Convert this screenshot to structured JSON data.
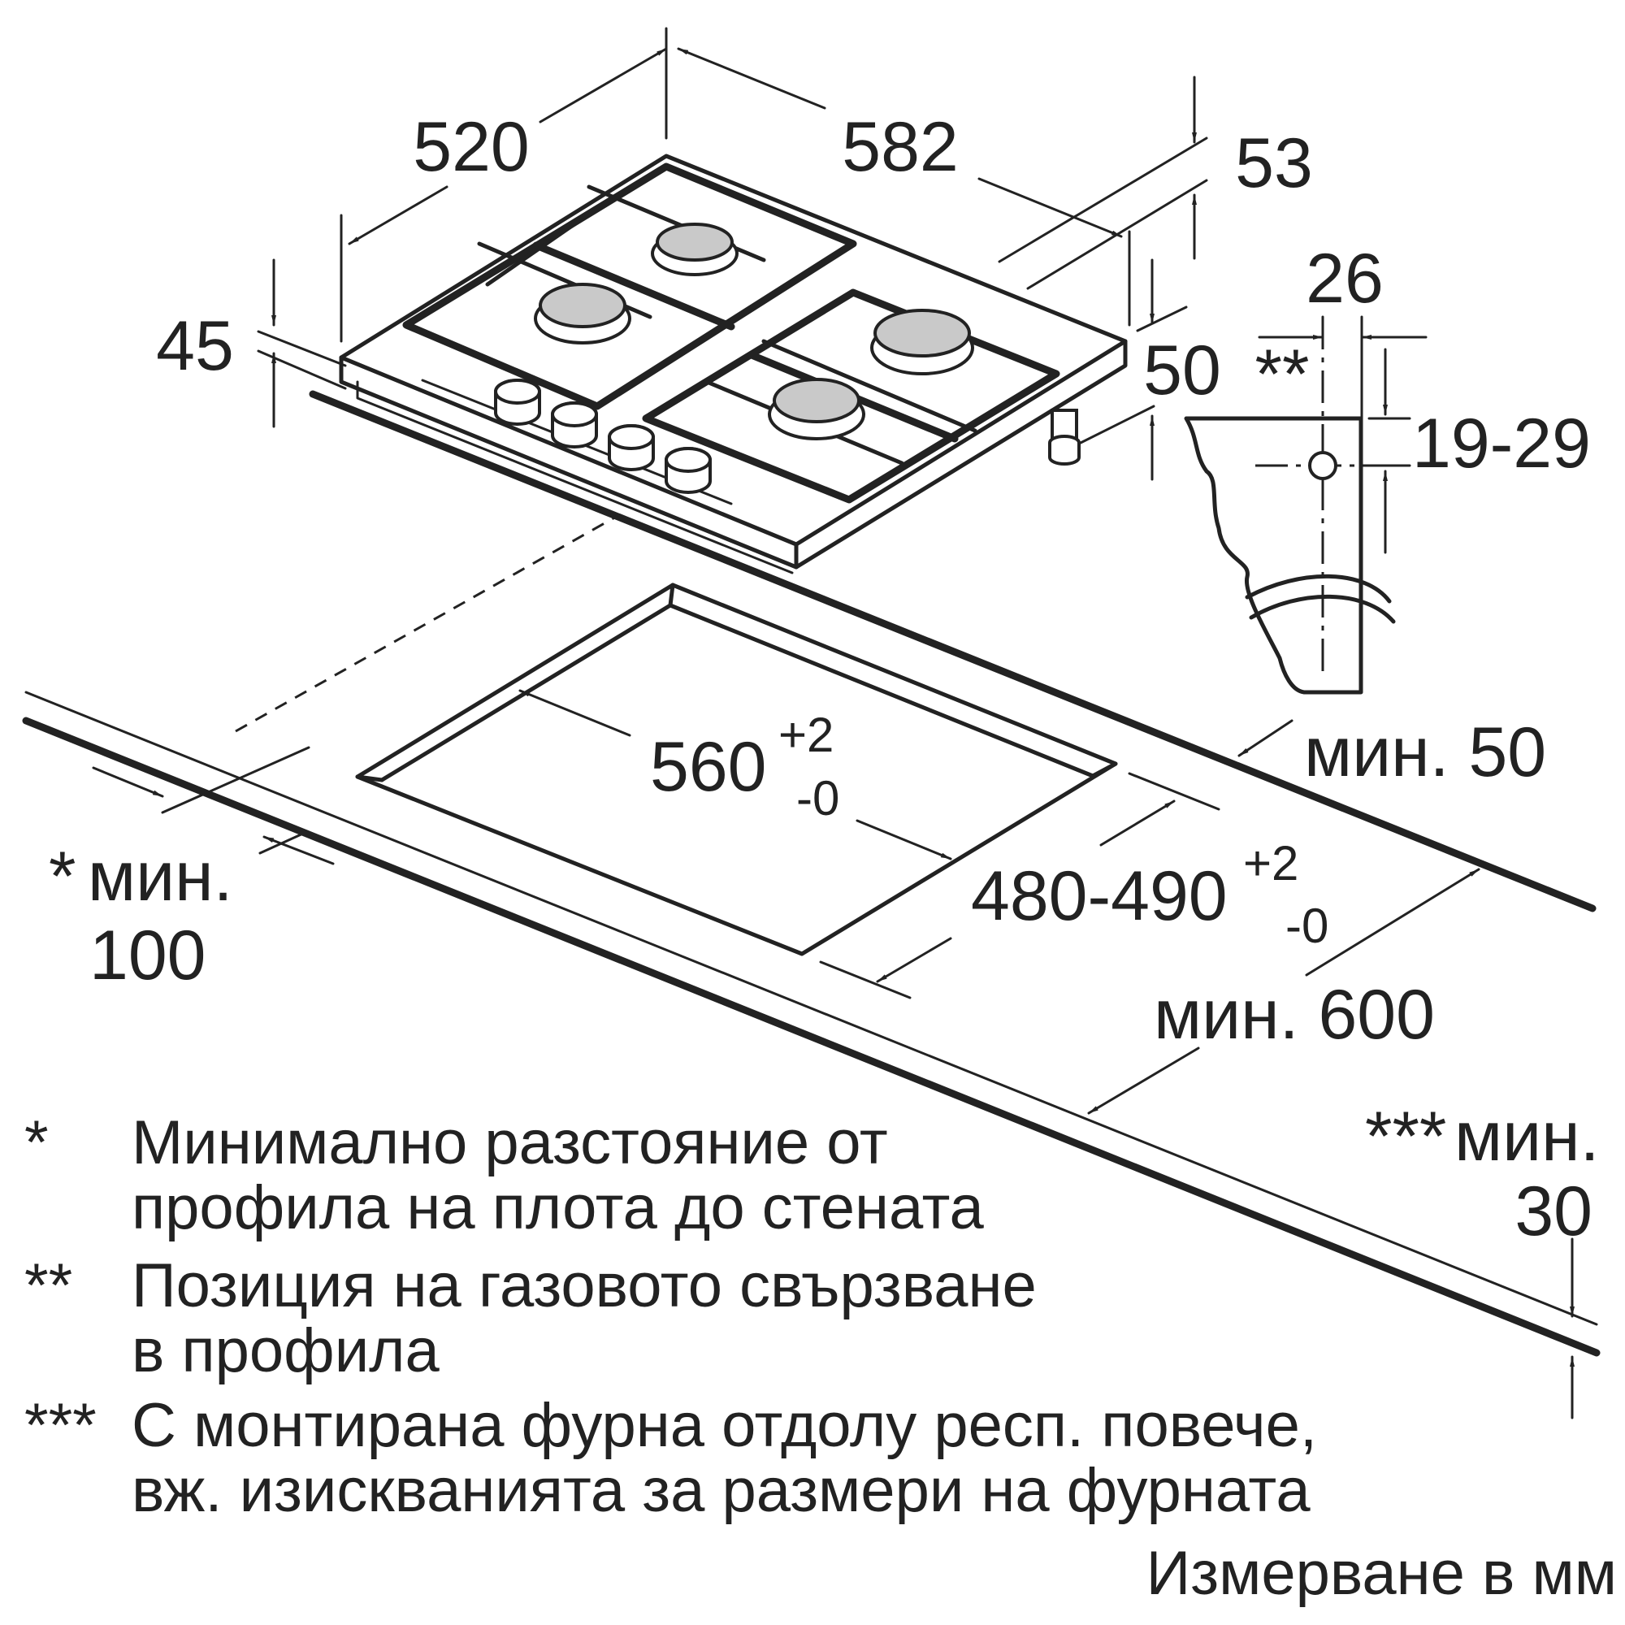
{
  "hob": {
    "width": "582",
    "depth": "520",
    "height_front": "45",
    "height_rear": "53",
    "connector_height": "50"
  },
  "gas_connection": {
    "offset": "26",
    "marker": "**",
    "height_range": "19-29"
  },
  "cutout": {
    "width_base": "560",
    "width_tol_plus": "+2",
    "width_tol_minus": "-0",
    "depth_base": "480-490",
    "depth_tol_plus": "+2",
    "depth_tol_minus": "-0"
  },
  "clearances": {
    "rear": "мин. 50",
    "wall_marker": "*",
    "wall_label": "мин.",
    "wall_value": "100",
    "worktop_depth": "мин. 600",
    "below_marker": "***",
    "below_label": "мин.",
    "below_value": "30"
  },
  "notes": [
    {
      "marker": "*",
      "lines": [
        "Минимално разстояние от",
        "профила на плота до стената"
      ]
    },
    {
      "marker": "**",
      "lines": [
        "Позиция на газовото свързване",
        "в профила"
      ]
    },
    {
      "marker": "***",
      "lines": [
        "С монтирана фурна отдолу респ. повече,",
        "вж. изискванията за размери на фурната"
      ]
    }
  ],
  "units_note": "Измерване в мм"
}
